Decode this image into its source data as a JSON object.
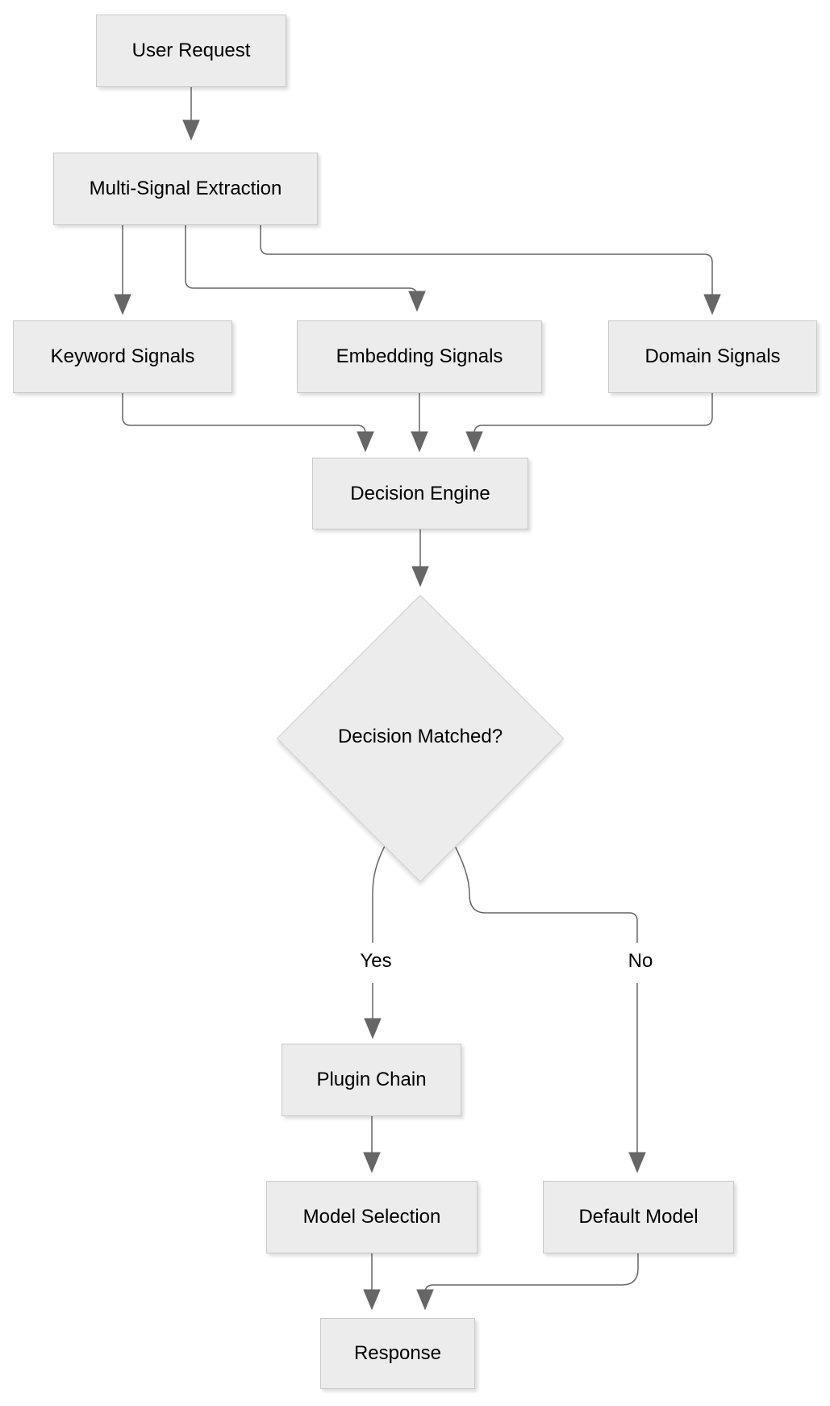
{
  "diagram": {
    "type": "flowchart",
    "direction": "top-down",
    "nodes": [
      {
        "id": "user-request",
        "label": "User Request",
        "shape": "rect"
      },
      {
        "id": "multi-signal-extraction",
        "label": "Multi-Signal Extraction",
        "shape": "rect"
      },
      {
        "id": "keyword-signals",
        "label": "Keyword Signals",
        "shape": "rect"
      },
      {
        "id": "embedding-signals",
        "label": "Embedding Signals",
        "shape": "rect"
      },
      {
        "id": "domain-signals",
        "label": "Domain Signals",
        "shape": "rect"
      },
      {
        "id": "decision-engine",
        "label": "Decision Engine",
        "shape": "rect"
      },
      {
        "id": "decision-matched",
        "label": "Decision Matched?",
        "shape": "diamond"
      },
      {
        "id": "plugin-chain",
        "label": "Plugin Chain",
        "shape": "rect"
      },
      {
        "id": "model-selection",
        "label": "Model Selection",
        "shape": "rect"
      },
      {
        "id": "default-model",
        "label": "Default Model",
        "shape": "rect"
      },
      {
        "id": "response",
        "label": "Response",
        "shape": "rect"
      }
    ],
    "edges": [
      {
        "from": "user-request",
        "to": "multi-signal-extraction",
        "label": ""
      },
      {
        "from": "multi-signal-extraction",
        "to": "keyword-signals",
        "label": ""
      },
      {
        "from": "multi-signal-extraction",
        "to": "embedding-signals",
        "label": ""
      },
      {
        "from": "multi-signal-extraction",
        "to": "domain-signals",
        "label": ""
      },
      {
        "from": "keyword-signals",
        "to": "decision-engine",
        "label": ""
      },
      {
        "from": "embedding-signals",
        "to": "decision-engine",
        "label": ""
      },
      {
        "from": "domain-signals",
        "to": "decision-engine",
        "label": ""
      },
      {
        "from": "decision-engine",
        "to": "decision-matched",
        "label": ""
      },
      {
        "from": "decision-matched",
        "to": "plugin-chain",
        "label": "Yes"
      },
      {
        "from": "decision-matched",
        "to": "default-model",
        "label": "No"
      },
      {
        "from": "plugin-chain",
        "to": "model-selection",
        "label": ""
      },
      {
        "from": "model-selection",
        "to": "response",
        "label": ""
      },
      {
        "from": "default-model",
        "to": "response",
        "label": ""
      }
    ],
    "edge_labels": {
      "yes": "Yes",
      "no": "No"
    },
    "colors": {
      "background": "#ffffff",
      "node_fill": "#ececec",
      "node_border": "#c9c9c9",
      "edge_stroke": "#666666",
      "text": "#000000"
    }
  }
}
